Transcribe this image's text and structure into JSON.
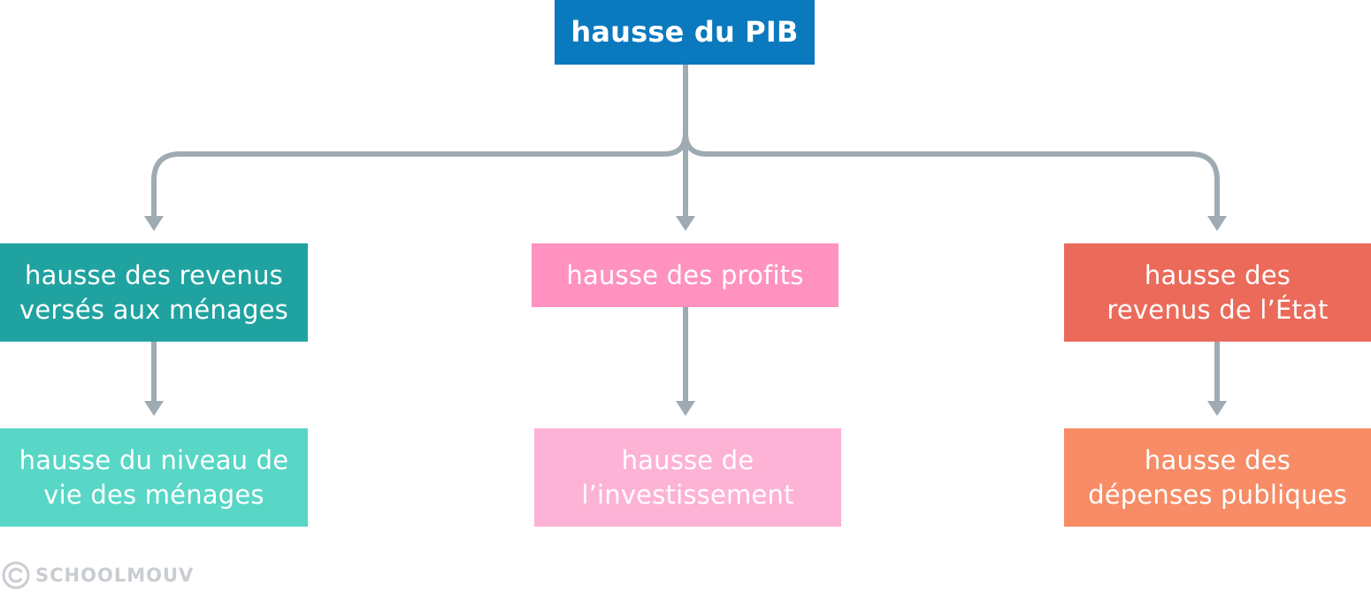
{
  "colors": {
    "root": "#0a79be",
    "revenus": "#20a3a0",
    "profits": "#ff92bf",
    "etat": "#ec6a5a",
    "niveau_vie": "#58d6c6",
    "investissement": "#fdb3d5",
    "depenses": "#f78c66",
    "connector": "#9eabb3",
    "watermark": "#c9cdd1"
  },
  "nodes": {
    "root": {
      "label": "hausse du PIB"
    },
    "revenus": {
      "line1": "hausse des revenus",
      "line2": "versés aux ménages"
    },
    "profits": {
      "label": "hausse des profits"
    },
    "etat": {
      "line1": "hausse des",
      "line2": "revenus de l’État"
    },
    "niveau_vie": {
      "line1": "hausse du niveau de",
      "line2": "vie des ménages"
    },
    "investissement": {
      "line1": "hausse de",
      "line2": "l’investissement"
    },
    "depenses": {
      "line1": "hausse des",
      "line2": "dépenses publiques"
    }
  },
  "watermark": {
    "text": "SCHOOLMOUV",
    "icon": "copyright-icon"
  }
}
